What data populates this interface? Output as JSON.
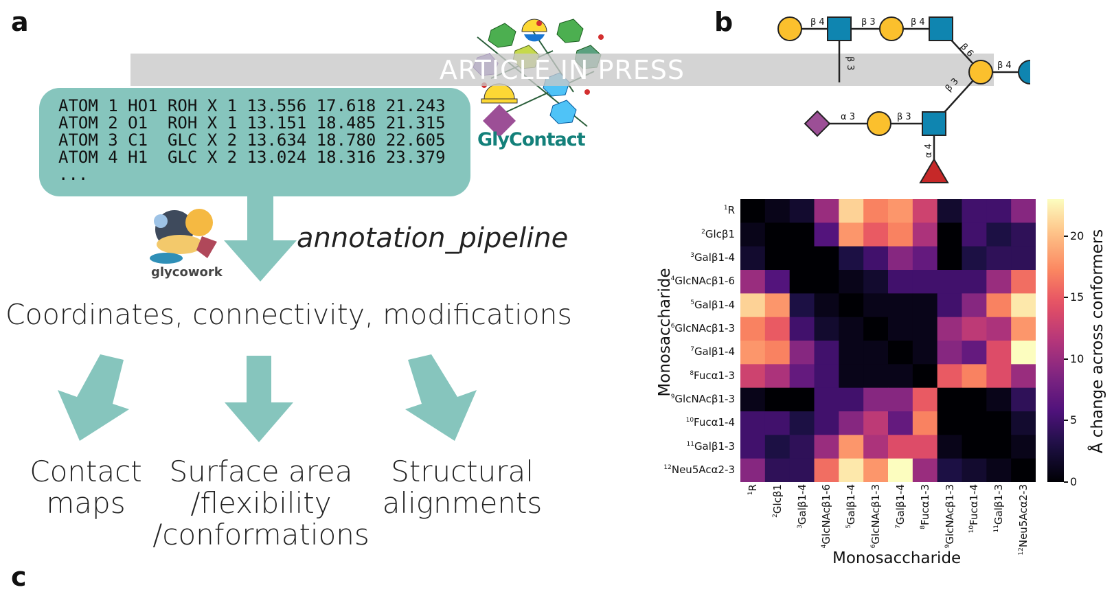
{
  "panels": {
    "a": "a",
    "b": "b",
    "c": "c"
  },
  "banner": "ARTICLE IN PRESS",
  "code_lines": [
    "ATOM 1 HO1 ROH X 1 13.556 17.618 21.243",
    "ATOM 2 O1  ROH X 1 13.151 18.485 21.315",
    "ATOM 3 C1  GLC X 2 13.634 18.780 22.605",
    "ATOM 4 H1  GLC X 2 13.024 18.316 23.379",
    "..."
  ],
  "logos": {
    "glycontact": "GlyContact",
    "glycowork": "glycowork"
  },
  "pipeline_label": "annotation_pipeline",
  "summary_text": "Coordinates, connectivity, modifications",
  "outputs": [
    {
      "line1": "Contact",
      "line2": "maps",
      "line3": ""
    },
    {
      "line1": "Surface area",
      "line2": "/flexibility",
      "line3": "/conformations"
    },
    {
      "line1": "Structural",
      "line2": "alignments",
      "line3": ""
    }
  ],
  "glycan_linkages": [
    "β 4",
    "β 3",
    "β 4",
    "β 6",
    "β 4",
    "β 3",
    "α 3",
    "β 3",
    "α 4",
    "β 3"
  ],
  "colors": {
    "teal": "#86c5bd",
    "galactose": "#fbc02d",
    "glcnac": "#0f85b0",
    "glucose": "#0f85b0",
    "fucose": "#c62828",
    "neu5ac": "#9c4f96"
  },
  "chart_data": {
    "type": "heatmap",
    "xlabel": "Monosaccharide",
    "ylabel": "Monosaccharide",
    "colorbar_label": "Å change across conformers",
    "colormap": "magma",
    "vmin": 0,
    "vmax": 23,
    "colorbar_ticks": [
      0,
      5,
      10,
      15,
      20
    ],
    "row_labels": [
      {
        "sup": "1",
        "name": "R"
      },
      {
        "sup": "2",
        "name": "Glcβ1"
      },
      {
        "sup": "3",
        "name": "Galβ1-4"
      },
      {
        "sup": "4",
        "name": "GlcNAcβ1-6"
      },
      {
        "sup": "5",
        "name": "Galβ1-4"
      },
      {
        "sup": "6",
        "name": "GlcNAcβ1-3"
      },
      {
        "sup": "7",
        "name": "Galβ1-4"
      },
      {
        "sup": "8",
        "name": "Fucα1-3"
      },
      {
        "sup": "9",
        "name": "GlcNAcβ1-3"
      },
      {
        "sup": "10",
        "name": "Fucα1-4"
      },
      {
        "sup": "11",
        "name": "Galβ1-3"
      },
      {
        "sup": "12",
        "name": "Neu5Acα2-3"
      }
    ],
    "values": [
      [
        0,
        1,
        2,
        10,
        21,
        17,
        18,
        13,
        2,
        5,
        5,
        9
      ],
      [
        1,
        0,
        0,
        6,
        18,
        15,
        17,
        11,
        0,
        5,
        3,
        4
      ],
      [
        2,
        0,
        0,
        0,
        3,
        5,
        9,
        7,
        0,
        3,
        4,
        4
      ],
      [
        10,
        6,
        0,
        0,
        1,
        2,
        5,
        5,
        5,
        5,
        10,
        16
      ],
      [
        21,
        18,
        3,
        1,
        0,
        1,
        1,
        1,
        5,
        9,
        17,
        22
      ],
      [
        17,
        15,
        5,
        2,
        1,
        0,
        1,
        1,
        10,
        12,
        11,
        18
      ],
      [
        18,
        17,
        9,
        5,
        1,
        1,
        0,
        1,
        9,
        7,
        14,
        23
      ],
      [
        13,
        11,
        7,
        5,
        1,
        1,
        1,
        0,
        15,
        17,
        14,
        10
      ],
      [
        1,
        0,
        0,
        5,
        5,
        9,
        9,
        15,
        0,
        0,
        1,
        4
      ],
      [
        5,
        5,
        3,
        5,
        9,
        12,
        7,
        17,
        0,
        0,
        0,
        2
      ],
      [
        5,
        3,
        4,
        10,
        18,
        11,
        14,
        14,
        1,
        0,
        0,
        1
      ],
      [
        9,
        4,
        4,
        16,
        22,
        18,
        23,
        10,
        3,
        2,
        1,
        0
      ]
    ]
  }
}
